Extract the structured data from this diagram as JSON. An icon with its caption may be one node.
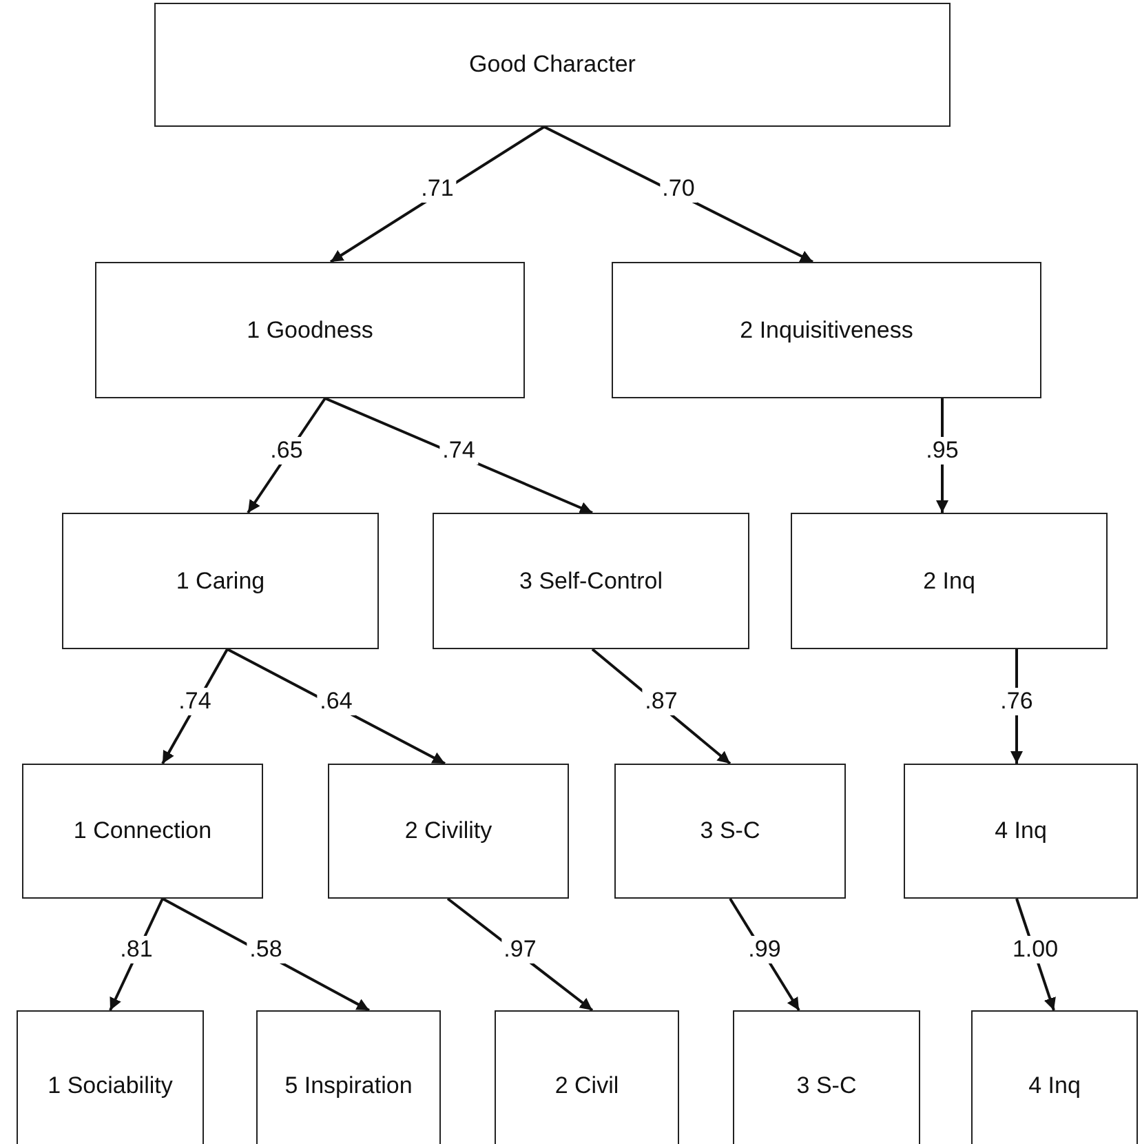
{
  "diagram": {
    "nodes": [
      {
        "text": [
          "Good Character"
        ]
      },
      {
        "text": [
          "1 Goodness"
        ]
      },
      {
        "text": [
          "2 Inquisitiveness"
        ]
      },
      {
        "text": [
          "1 Caring"
        ]
      },
      {
        "text": [
          "3 Self-Control"
        ]
      },
      {
        "text": [
          "2 Inq"
        ]
      },
      {
        "text": [
          "1 Connection"
        ]
      },
      {
        "text": [
          "2 Civility"
        ]
      },
      {
        "text": [
          "3 S-C"
        ]
      },
      {
        "text": [
          "4 Inq"
        ]
      },
      {
        "text": [
          "1 Sociability"
        ]
      },
      {
        "text": [
          "5 Inspiration"
        ]
      },
      {
        "text": [
          "2 Civil"
        ]
      },
      {
        "text": [
          "3 S-C"
        ]
      },
      {
        "text": [
          "4 Inq"
        ]
      }
    ],
    "edges": [
      {
        "from": 0,
        "to": 1,
        "arrow": "to",
        "label": ".71"
      },
      {
        "from": 0,
        "to": 2,
        "arrow": "to",
        "label": ".70"
      },
      {
        "from": 1,
        "to": 3,
        "arrow": "to",
        "label": ".65"
      },
      {
        "from": 1,
        "to": 4,
        "arrow": "to",
        "label": ".74"
      },
      {
        "from": 2,
        "to": 5,
        "arrow": "to",
        "label": ".95"
      },
      {
        "from": 3,
        "to": 6,
        "arrow": "to",
        "label": ".74"
      },
      {
        "from": 3,
        "to": 7,
        "arrow": "to",
        "label": ".64"
      },
      {
        "from": 4,
        "to": 8,
        "arrow": "to",
        "label": ".87"
      },
      {
        "from": 5,
        "to": 9,
        "arrow": "to",
        "label": ".76"
      },
      {
        "from": 6,
        "to": 10,
        "arrow": "to",
        "label": ".81"
      },
      {
        "from": 6,
        "to": 11,
        "arrow": "to",
        "label": ".58"
      },
      {
        "from": 7,
        "to": 12,
        "arrow": "to",
        "label": ".97"
      },
      {
        "from": 8,
        "to": 13,
        "arrow": "to",
        "label": ".99"
      },
      {
        "from": 9,
        "to": 14,
        "arrow": "to",
        "label": "1.00"
      }
    ]
  }
}
